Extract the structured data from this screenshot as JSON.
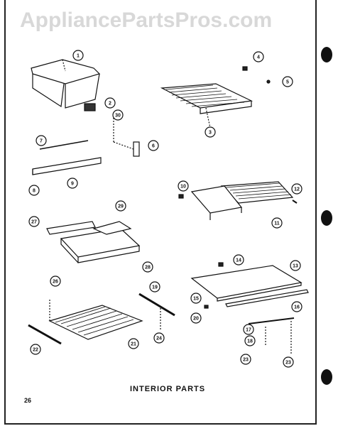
{
  "watermark": "AppliancePartsPros.com",
  "title": "INTERIOR PARTS",
  "page_number": "26",
  "callouts": [
    "1",
    "2",
    "3",
    "4",
    "5",
    "6",
    "7",
    "8",
    "9",
    "10",
    "11",
    "12",
    "13",
    "14",
    "15",
    "16",
    "17",
    "18",
    "19",
    "20",
    "21",
    "22",
    "23",
    "23",
    "24",
    "26",
    "27",
    "28",
    "29",
    "30"
  ]
}
